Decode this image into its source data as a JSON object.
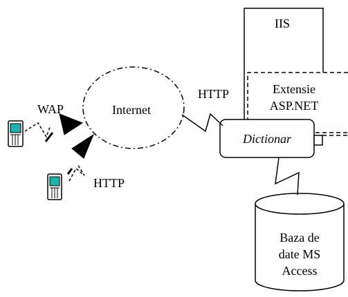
{
  "nodes": {
    "iis": {
      "label": "IIS"
    },
    "extension": {
      "line1": "Extensie",
      "line2": "ASP.NET"
    },
    "dictionary": {
      "label": "Dictionar"
    },
    "internet": {
      "label": "Internet"
    },
    "database": {
      "line1": "Baza de",
      "line2": "date MS",
      "line3": "Access"
    }
  },
  "connections": {
    "wap_label": "WAP",
    "http_phone_label": "HTTP",
    "http_server_label": "HTTP"
  },
  "icons": {
    "phone_wap": "mobile-phone-icon",
    "phone_http": "mobile-phone-icon"
  },
  "colors": {
    "phone_screen": "#20b2aa",
    "stroke": "#000000",
    "background": "#ffffff"
  }
}
